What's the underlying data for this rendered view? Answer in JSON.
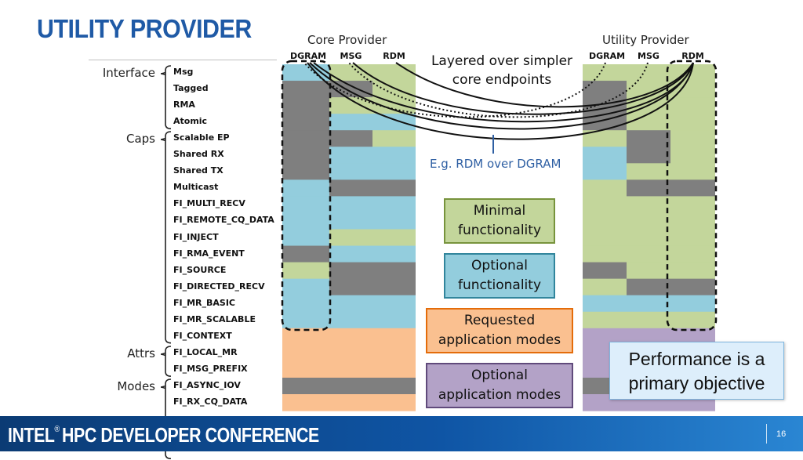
{
  "slide": {
    "title": "UTILITY PROVIDER",
    "page_number": "16",
    "brand": {
      "name_a": "INTEL",
      "reg": "®",
      "name_b": "HPC DEVELOPER CONFERENCE"
    }
  },
  "groups": [
    {
      "label": "Interface",
      "first": 0,
      "last": 3
    },
    {
      "label": "Caps",
      "first": 4,
      "last": 16
    },
    {
      "label": "Attrs",
      "first": 17,
      "last": 18
    },
    {
      "label": "Modes",
      "first": 19,
      "last": 23
    }
  ],
  "rows": [
    "Msg",
    "Tagged",
    "RMA",
    "Atomic",
    "Scalable EP",
    "Shared RX",
    "Shared TX",
    "Multicast",
    "FI_MULTI_RECV",
    "FI_REMOTE_CQ_DATA",
    "FI_INJECT",
    "FI_RMA_EVENT",
    "FI_SOURCE",
    "FI_DIRECTED_RECV",
    "FI_MR_BASIC",
    "FI_MR_SCALABLE",
    "FI_CONTEXT",
    "FI_LOCAL_MR",
    "FI_MSG_PREFIX",
    "FI_ASYNC_IOV",
    "FI_RX_CQ_DATA"
  ],
  "core": {
    "title": "Core Provider",
    "columns": [
      "DGRAM",
      "MSG",
      "RDM"
    ]
  },
  "utility": {
    "title": "Utility Provider",
    "columns": [
      "DGRAM",
      "MSG",
      "RDM"
    ]
  },
  "annotation": {
    "line1": "Layered over simpler",
    "line2": "core endpoints",
    "example": "E.g. RDM over DGRAM"
  },
  "legend": [
    {
      "line1": "Minimal",
      "line2": "functionality",
      "key": "G",
      "fill": "#c3d69b",
      "border": "#77933c"
    },
    {
      "line1": "Optional",
      "line2": "functionality",
      "key": "B",
      "fill": "#93cddd",
      "border": "#31859c"
    },
    {
      "line1": "Requested",
      "line2": "application modes",
      "key": "O",
      "fill": "#fac090",
      "border": "#e46c0a"
    },
    {
      "line1": "Optional",
      "line2": "application modes",
      "key": "P",
      "fill": "#b3a2c7",
      "border": "#604a7b"
    }
  ],
  "callout": {
    "line1": "Performance is a",
    "line2": "primary objective"
  },
  "colors": {
    "G": "#c3d69b",
    "B": "#93cddd",
    "O": "#fac090",
    "P": "#b3a2c7",
    "D": "#7f7f7f",
    "accent": "#1f5aa6"
  },
  "matrix": {
    "core": [
      [
        "B",
        "G",
        "G"
      ],
      [
        "D",
        "D",
        "G"
      ],
      [
        "D",
        "G",
        "G"
      ],
      [
        "D",
        "B",
        "B"
      ],
      [
        "D",
        "D",
        "G"
      ],
      [
        "D",
        "B",
        "B"
      ],
      [
        "D",
        "B",
        "B"
      ],
      [
        "B",
        "D",
        "D"
      ],
      [
        "B",
        "B",
        "B"
      ],
      [
        "B",
        "B",
        "B"
      ],
      [
        "B",
        "G",
        "G"
      ],
      [
        "D",
        "B",
        "B"
      ],
      [
        "G",
        "D",
        "D"
      ],
      [
        "B",
        "D",
        "D"
      ],
      [
        "B",
        "B",
        "B"
      ],
      [
        "B",
        "B",
        "B"
      ],
      [
        "O",
        "O",
        "O"
      ],
      [
        "O",
        "O",
        "O"
      ],
      [
        "O",
        "O",
        "O"
      ],
      [
        "D",
        "D",
        "D"
      ],
      [
        "O",
        "O",
        "O"
      ]
    ],
    "utility": [
      [
        "G",
        "G",
        "G"
      ],
      [
        "D",
        "G",
        "G"
      ],
      [
        "D",
        "G",
        "G"
      ],
      [
        "D",
        "G",
        "G"
      ],
      [
        "G",
        "D",
        "G"
      ],
      [
        "B",
        "D",
        "G"
      ],
      [
        "B",
        "G",
        "G"
      ],
      [
        "G",
        "D",
        "D"
      ],
      [
        "G",
        "G",
        "G"
      ],
      [
        "G",
        "G",
        "G"
      ],
      [
        "G",
        "G",
        "G"
      ],
      [
        "G",
        "G",
        "G"
      ],
      [
        "D",
        "G",
        "G"
      ],
      [
        "G",
        "D",
        "D"
      ],
      [
        "B",
        "B",
        "B"
      ],
      [
        "G",
        "G",
        "G"
      ],
      [
        "P",
        "P",
        "P"
      ],
      [
        "P",
        "P",
        "P"
      ],
      [
        "P",
        "P",
        "P"
      ],
      [
        "D",
        "D",
        "D"
      ],
      [
        "P",
        "P",
        "P"
      ]
    ]
  }
}
